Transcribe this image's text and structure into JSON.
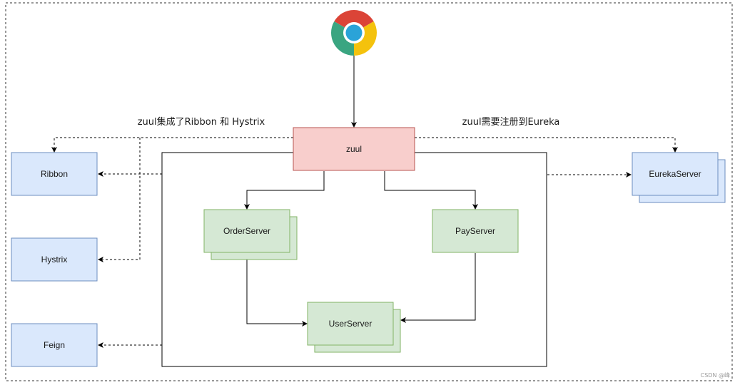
{
  "nodes": {
    "zuul": "zuul",
    "ribbon": "Ribbon",
    "hystrix": "Hystrix",
    "feign": "Feign",
    "eureka": "EurekaServer",
    "order": "OrderServer",
    "pay": "PayServer",
    "user": "UserServer"
  },
  "notes": {
    "left": "zuul集成了Ribbon 和 Hystrix",
    "right": "zuul需要注册到Eureka"
  },
  "icons": {
    "browser": "chrome-browser-icon"
  },
  "watermark": "CSDN @峰",
  "colors": {
    "blue_fill": "#dae8fc",
    "blue_stroke": "#6c8ebf",
    "green_fill": "#d5e8d4",
    "green_stroke": "#82b366",
    "red_fill": "#f8cecc",
    "red_stroke": "#b85450"
  }
}
